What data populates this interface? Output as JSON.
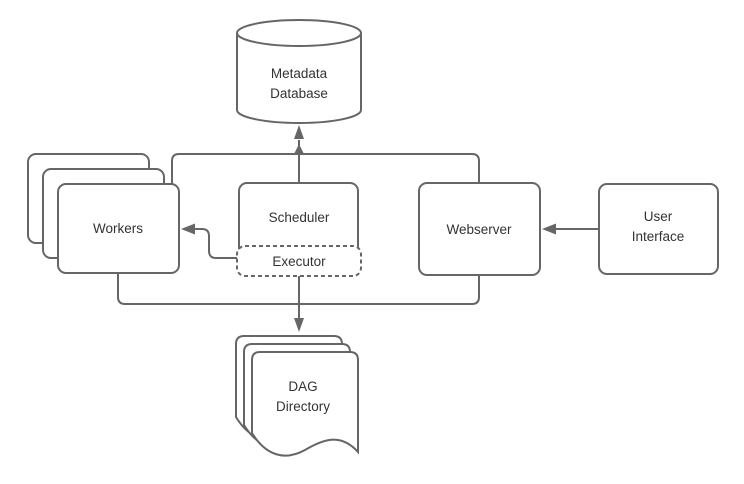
{
  "colors": {
    "stroke": "#666666",
    "text": "#333333",
    "fill": "#ffffff",
    "background": "#ffffff"
  },
  "nodes": {
    "metadata_database": {
      "shape": "cylinder",
      "label_lines": [
        "Metadata",
        "Database"
      ]
    },
    "workers": {
      "shape": "stacked-rounded-rectangles",
      "stack_count": 3,
      "label": "Workers"
    },
    "scheduler": {
      "shape": "rounded-rectangle",
      "label": "Scheduler"
    },
    "executor": {
      "shape": "dashed-rounded-rectangle",
      "label": "Executor"
    },
    "webserver": {
      "shape": "rounded-rectangle",
      "label": "Webserver"
    },
    "user_interface": {
      "shape": "rounded-rectangle",
      "label_lines": [
        "User",
        "Interface"
      ]
    },
    "dag_directory": {
      "shape": "stacked-documents",
      "stack_count": 3,
      "label_lines": [
        "DAG",
        "Directory"
      ]
    }
  },
  "edges": [
    {
      "id": "scheduler-to-metadata-database",
      "from": "scheduler",
      "to": "metadata_database",
      "arrow": "up"
    },
    {
      "id": "workers-and-webserver-to-metadata-database",
      "from": "workers, webserver",
      "to": "metadata_database",
      "arrow": "up"
    },
    {
      "id": "executor-to-workers",
      "from": "executor",
      "to": "workers",
      "arrow": "left"
    },
    {
      "id": "user-interface-to-webserver",
      "from": "user_interface",
      "to": "webserver",
      "arrow": "left"
    },
    {
      "id": "components-to-dag-directory",
      "from": "workers, executor, webserver",
      "to": "dag_directory",
      "arrow": "down"
    }
  ]
}
